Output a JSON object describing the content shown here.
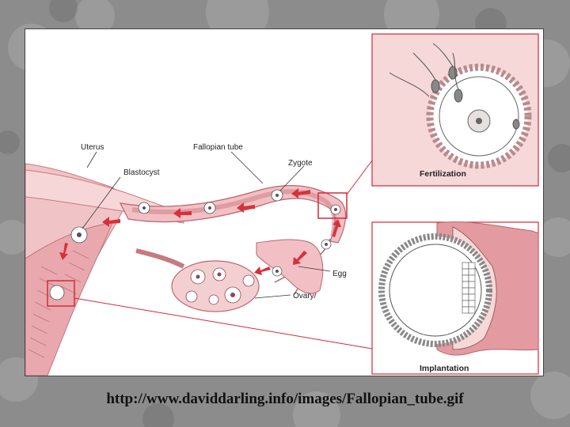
{
  "diagram": {
    "labels": {
      "uterus": "Uterus",
      "fallopian_tube": "Fallopian tube",
      "zygote": "Zygote",
      "blastocyst": "Blastocyst",
      "egg": "Egg",
      "ovary": "Ovary",
      "fertilization": "Fertilization",
      "implantation": "Implantation"
    }
  },
  "caption": {
    "url": "http://www.daviddarling.info/images/Fallopian_tube.gif"
  },
  "colors": {
    "tissue_pink": "#f2c8c8",
    "tissue_dark": "#e39aa0",
    "arrow_red": "#d8303a",
    "inset_bg": "#f6d8d8",
    "highlight_box": "#d22a3a",
    "slide_bg": "#8a8a8a"
  }
}
